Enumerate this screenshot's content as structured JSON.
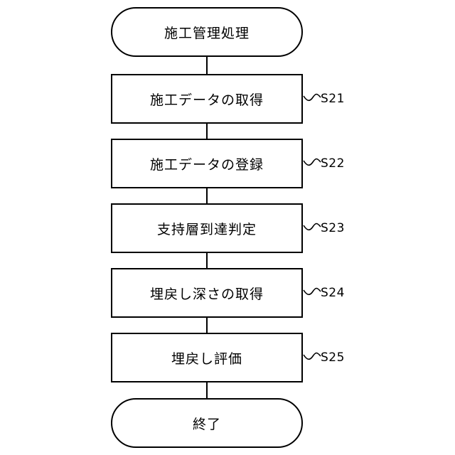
{
  "flowchart": {
    "start": {
      "label": "施工管理処理"
    },
    "steps": [
      {
        "label": "施工データの取得",
        "id": "S21"
      },
      {
        "label": "施工データの登録",
        "id": "S22"
      },
      {
        "label": "支持層到達判定",
        "id": "S23"
      },
      {
        "label": "埋戻し深さの取得",
        "id": "S24"
      },
      {
        "label": "埋戻し評価",
        "id": "S25"
      }
    ],
    "end": {
      "label": "終了"
    }
  }
}
